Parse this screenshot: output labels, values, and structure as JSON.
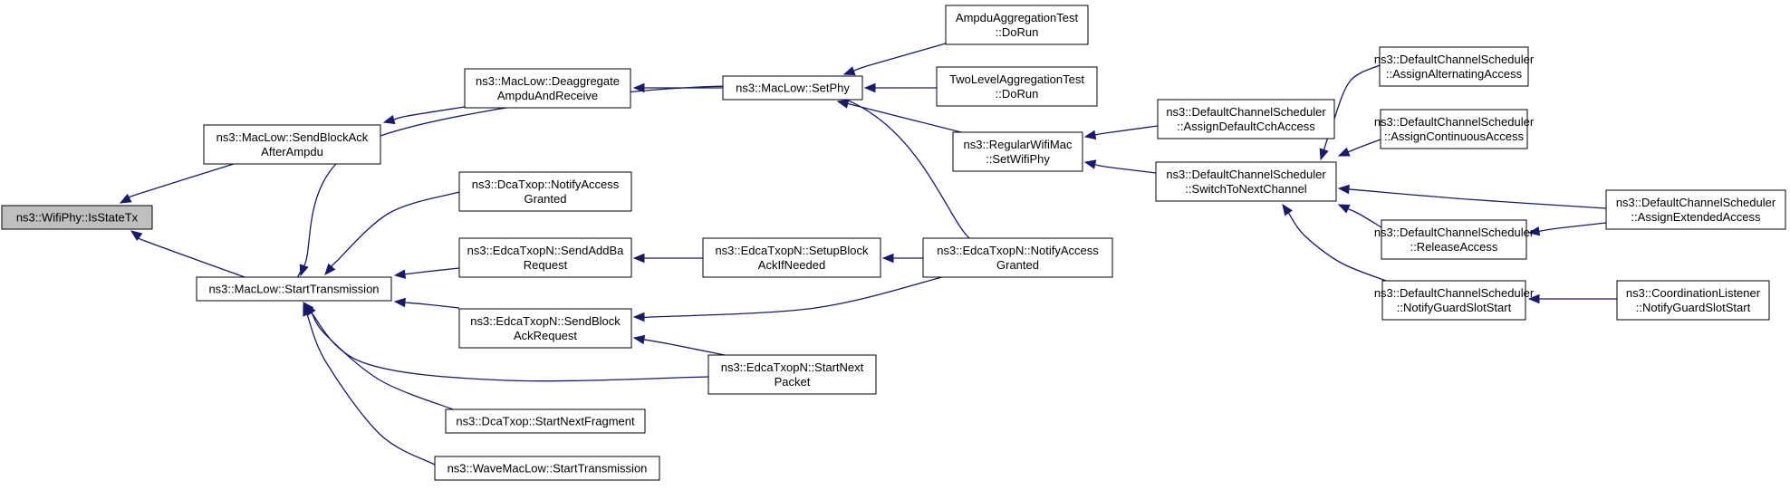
{
  "graph": {
    "nodes": {
      "is_state_tx": {
        "lines": [
          "ns3::WifiPhy::IsStateTx"
        ],
        "focus": true
      },
      "send_block_ack_after_ampdu": {
        "lines": [
          "ns3::MacLow::SendBlockAck",
          "AfterAmpdu"
        ]
      },
      "start_transmission": {
        "lines": [
          "ns3::MacLow::StartTransmission"
        ]
      },
      "deaggregate_ampdu": {
        "lines": [
          "ns3::MacLow::Deaggregate",
          "AmpduAndReceive"
        ]
      },
      "dca_notify_access_granted": {
        "lines": [
          "ns3::DcaTxop::NotifyAccess",
          "Granted"
        ]
      },
      "send_add_ba_request": {
        "lines": [
          "ns3::EdcaTxopN::SendAddBa",
          "Request"
        ]
      },
      "send_block_ack_request": {
        "lines": [
          "ns3::EdcaTxopN::SendBlock",
          "AckRequest"
        ]
      },
      "dca_start_next_fragment": {
        "lines": [
          "ns3::DcaTxop::StartNextFragment"
        ]
      },
      "wave_start_transmission": {
        "lines": [
          "ns3::WaveMacLow::StartTransmission"
        ]
      },
      "set_phy": {
        "lines": [
          "ns3::MacLow::SetPhy"
        ]
      },
      "setup_block_ack": {
        "lines": [
          "ns3::EdcaTxopN::SetupBlock",
          "AckIfNeeded"
        ]
      },
      "edca_start_next_packet": {
        "lines": [
          "ns3::EdcaTxopN::StartNext",
          "Packet"
        ]
      },
      "ampdu_test": {
        "lines": [
          "AmpduAggregationTest",
          "::DoRun"
        ]
      },
      "two_level_test": {
        "lines": [
          "TwoLevelAggregationTest",
          "::DoRun"
        ]
      },
      "set_wifi_phy": {
        "lines": [
          "ns3::RegularWifiMac",
          "::SetWifiPhy"
        ]
      },
      "edca_notify_access_granted": {
        "lines": [
          "ns3::EdcaTxopN::NotifyAccess",
          "Granted"
        ]
      },
      "assign_default_cch": {
        "lines": [
          "ns3::DefaultChannelScheduler",
          "::AssignDefaultCchAccess"
        ]
      },
      "switch_to_next_channel": {
        "lines": [
          "ns3::DefaultChannelScheduler",
          "::SwitchToNextChannel"
        ]
      },
      "assign_alternating": {
        "lines": [
          "ns3::DefaultChannelScheduler",
          "::AssignAlternatingAccess"
        ]
      },
      "assign_continuous": {
        "lines": [
          "ns3::DefaultChannelScheduler",
          "::AssignContinuousAccess"
        ]
      },
      "release_access": {
        "lines": [
          "ns3::DefaultChannelScheduler",
          "::ReleaseAccess"
        ]
      },
      "notify_guard_slot_start": {
        "lines": [
          "ns3::DefaultChannelScheduler",
          "::NotifyGuardSlotStart"
        ]
      },
      "assign_extended": {
        "lines": [
          "ns3::DefaultChannelScheduler",
          "::AssignExtendedAccess"
        ]
      },
      "coordination_listener": {
        "lines": [
          "ns3::CoordinationListener",
          "::NotifyGuardSlotStart"
        ]
      }
    },
    "edges": [
      [
        "send_block_ack_after_ampdu",
        "is_state_tx"
      ],
      [
        "start_transmission",
        "is_state_tx"
      ],
      [
        "deaggregate_ampdu",
        "send_block_ack_after_ampdu"
      ],
      [
        "set_phy",
        "deaggregate_ampdu"
      ],
      [
        "ampdu_test",
        "set_phy"
      ],
      [
        "two_level_test",
        "set_phy"
      ],
      [
        "set_wifi_phy",
        "set_phy"
      ],
      [
        "assign_default_cch",
        "set_wifi_phy"
      ],
      [
        "switch_to_next_channel",
        "set_wifi_phy"
      ],
      [
        "assign_alternating",
        "switch_to_next_channel"
      ],
      [
        "assign_continuous",
        "switch_to_next_channel"
      ],
      [
        "assign_extended",
        "switch_to_next_channel"
      ],
      [
        "release_access",
        "switch_to_next_channel"
      ],
      [
        "notify_guard_slot_start",
        "switch_to_next_channel"
      ],
      [
        "assign_extended",
        "release_access"
      ],
      [
        "coordination_listener",
        "notify_guard_slot_start"
      ],
      [
        "edca_notify_access_granted",
        "start_transmission"
      ],
      [
        "dca_notify_access_granted",
        "start_transmission"
      ],
      [
        "send_add_ba_request",
        "start_transmission"
      ],
      [
        "send_block_ack_request",
        "start_transmission"
      ],
      [
        "edca_start_next_packet",
        "start_transmission"
      ],
      [
        "dca_start_next_fragment",
        "start_transmission"
      ],
      [
        "wave_start_transmission",
        "start_transmission"
      ],
      [
        "setup_block_ack",
        "send_add_ba_request"
      ],
      [
        "edca_notify_access_granted",
        "setup_block_ack"
      ],
      [
        "edca_notify_access_granted",
        "send_block_ack_request"
      ],
      [
        "edca_start_next_packet",
        "send_block_ack_request"
      ]
    ]
  }
}
